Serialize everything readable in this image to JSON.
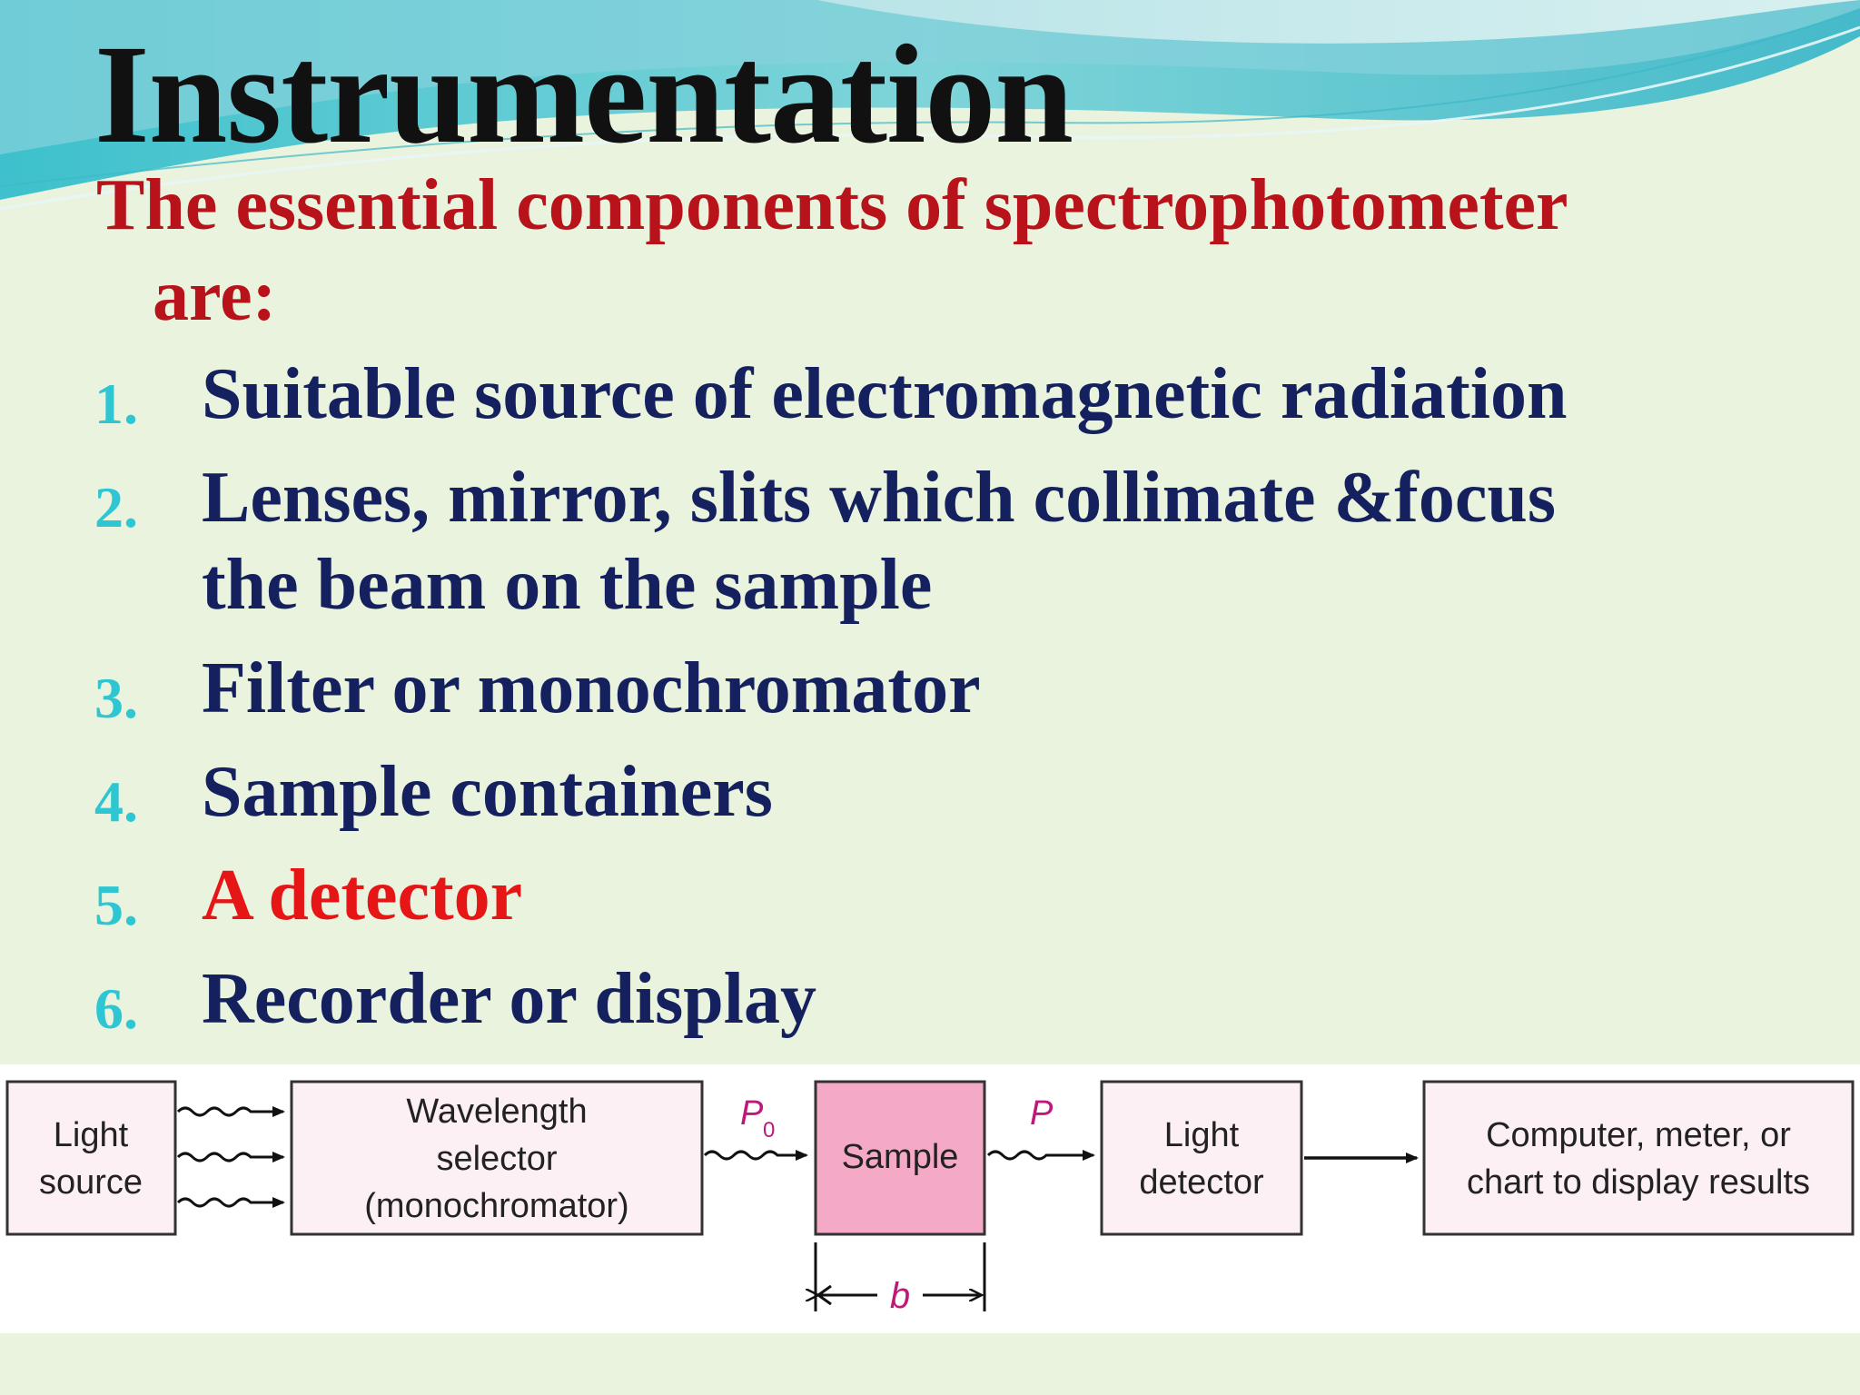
{
  "slide": {
    "title": "Instrumentation",
    "subtitle_line1": "The essential components of spectrophotometer",
    "subtitle_line2": "are:",
    "items": [
      {
        "number": "1.",
        "text_line1": "Suitable source of electromagnetic radiation",
        "text_line2": ""
      },
      {
        "number": "2.",
        "text_line1": "Lenses, mirror, slits which collimate &focus",
        "text_line2": "the beam on the sample"
      },
      {
        "number": "3.",
        "text_line1": "Filter or monochromator",
        "text_line2": ""
      },
      {
        "number": "4.",
        "text_line1": "Sample containers",
        "text_line2": ""
      },
      {
        "number": "5.",
        "text_line1": "A detector",
        "text_line2": ""
      },
      {
        "number": "6.",
        "text_line1": "Recorder or display",
        "text_line2": ""
      }
    ]
  },
  "diagram": {
    "boxes": {
      "light_source": {
        "line1": "Light",
        "line2": "source"
      },
      "wavelength_selector": {
        "line1": "Wavelength",
        "line2": "selector",
        "line3": "(monochromator)"
      },
      "sample": {
        "line1": "Sample"
      },
      "light_detector": {
        "line1": "Light",
        "line2": "detector"
      },
      "display": {
        "line1": "Computer, meter, or",
        "line2": "chart to display results"
      }
    },
    "labels": {
      "p0_main": "P",
      "p0_sub": "0",
      "p": "P",
      "path_length": "b"
    }
  },
  "colors": {
    "background": "#eaf3de",
    "title": "#111111",
    "subtitle": "#b8121a",
    "list_text": "#14215e",
    "list_numbers": "#2ec6d2",
    "highlight_item": "#e61616",
    "sample_fill": "#f4a9c6",
    "box_fill": "#fdf0f5",
    "diagram_label": "#c0187a"
  }
}
